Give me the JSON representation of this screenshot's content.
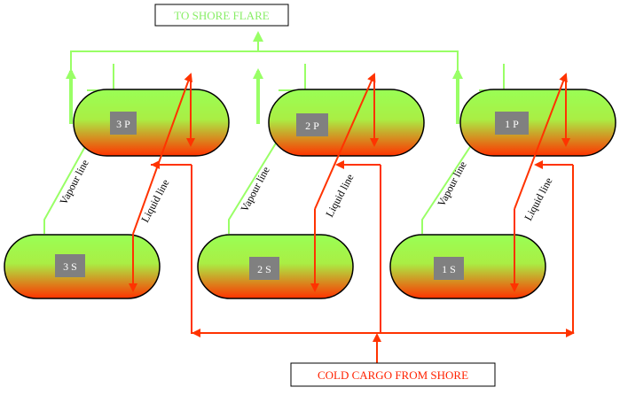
{
  "labels": {
    "shore_flare": "TO SHORE FLARE",
    "cold_cargo": "COLD CARGO FROM SHORE",
    "vapour_line": "Vapour line",
    "liquid_line": "Liquid line"
  },
  "tanks": [
    {
      "id": "3p",
      "label": "3 P"
    },
    {
      "id": "2p",
      "label": "2 P"
    },
    {
      "id": "1p",
      "label": "1 P"
    },
    {
      "id": "3s",
      "label": "3 S"
    },
    {
      "id": "2s",
      "label": "2 S"
    },
    {
      "id": "1s",
      "label": "1 S"
    }
  ],
  "colors": {
    "vapour": "#99ff66",
    "liquid": "#ff3300",
    "tank_top": "#99ff55",
    "tank_bottom": "#ff3300",
    "tank_outline": "#000000",
    "label_box": "#808080",
    "label_text": "#ffffff",
    "flare_text": "#88ee66",
    "cargo_text": "#ff2200"
  }
}
